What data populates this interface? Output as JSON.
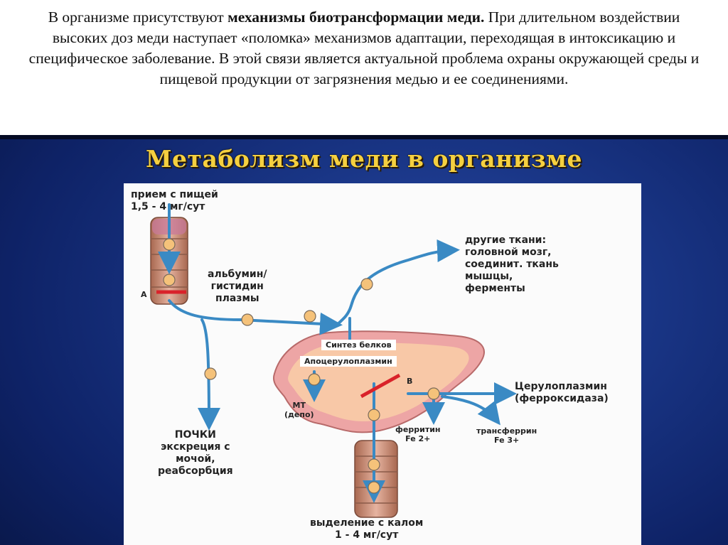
{
  "intro": {
    "part1": "В организме присутствуют ",
    "bold": "механизмы биотрансформации меди.",
    "part2": " При длительном воздействии высоких доз меди наступает «поломка» механизмов адаптации, переходящая в интоксикацию и специфическое заболевание. В этой связи является актуальной проблема охраны окружающей среды и пищевой продукции от загрязнения медью и ее соединениями."
  },
  "title": "Метаболизм меди в организме",
  "diagram": {
    "intake_line1": "прием с пищей",
    "intake_line2": "1,5 - 4 мг/сут",
    "marker_a": "А",
    "albumin_line1": "альбумин/",
    "albumin_line2": "гистидин",
    "albumin_line3": "плазмы",
    "other_line1": "другие ткани:",
    "other_line2": "головной мозг,",
    "other_line3": "соединит. ткань",
    "other_line4": "мышцы,",
    "other_line5": "ферменты",
    "protein_synthesis": "Синтез белков",
    "apoceruloplasmin": "Апоцерулоплазмин",
    "mt_line1": "МТ",
    "mt_line2": "(депо)",
    "marker_b": "В",
    "cerulo_line1": "Церулоплазмин",
    "cerulo_line2": "(ферроксидаза)",
    "ferritin_line1": "ферритин",
    "ferritin_line2": "Fe 2+",
    "transferrin_line1": "трансферрин",
    "transferrin_line2": "Fe 3+",
    "kidney_line1": "ПОЧКИ",
    "kidney_line2": "экскреция с",
    "kidney_line3": "мочой,",
    "kidney_line4": "реабсорбция",
    "feces_line1": "выделение с калом",
    "feces_line2": "1 - 4 мг/сут"
  },
  "colors": {
    "arrow": "#3a8ac4",
    "title": "#f5d040",
    "node": "#f5c27a",
    "block": "#d9222a",
    "liver": "#eda5a5",
    "intestine": "#c98a72"
  }
}
